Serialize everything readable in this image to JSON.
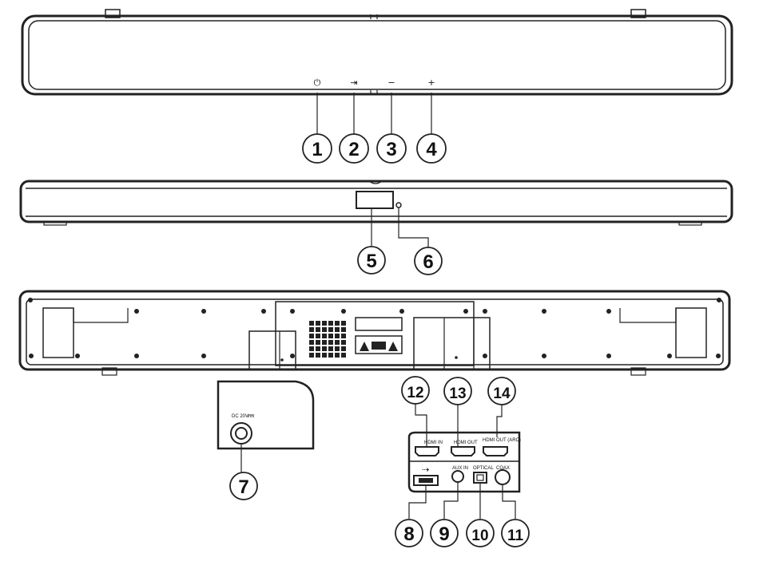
{
  "front_view": {
    "buttons": [
      {
        "number": "1",
        "icon": "power-icon",
        "glyph": "⏻"
      },
      {
        "number": "2",
        "icon": "input-source-icon",
        "glyph": "⇥"
      },
      {
        "number": "3",
        "icon": "volume-down-icon",
        "glyph": "−"
      },
      {
        "number": "4",
        "icon": "volume-up-icon",
        "glyph": "+"
      }
    ]
  },
  "side_view": {
    "callouts": [
      "5",
      "6"
    ]
  },
  "rear_view": {
    "dc_label": "DC 20V",
    "callouts": {
      "dc_in": "7",
      "usb": "8",
      "aux_in": "9",
      "optical": "10",
      "coaxial": "11",
      "hdmi_in": "12",
      "hdmi_out": "13",
      "hdmi_arc": "14"
    },
    "port_labels": {
      "hdmi_in": "HDMI IN",
      "hdmi_out": "HDMI OUT",
      "hdmi_arc": "HDMI OUT (ARC)",
      "aux": "AUX IN",
      "optical": "OPTICAL",
      "coaxial": "COAX"
    }
  }
}
